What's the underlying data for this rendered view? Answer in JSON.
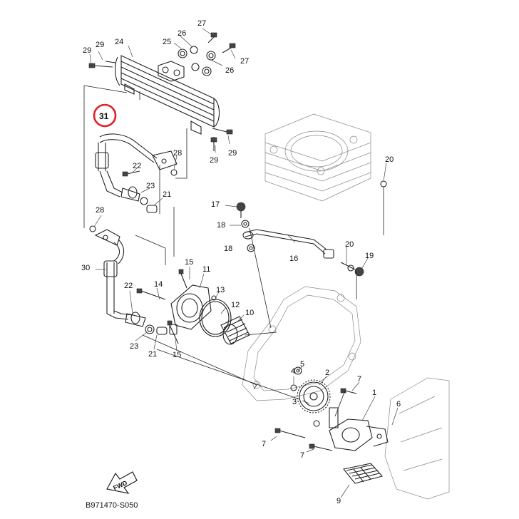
{
  "diagram": {
    "code": "B971470-S050",
    "fwd_label": "FWD",
    "highlight_color": "#e0202a",
    "highlighted_part": "31",
    "callouts": [
      "27",
      "26",
      "25",
      "24",
      "29",
      "29",
      "26",
      "27",
      "31",
      "28",
      "29",
      "29",
      "22",
      "23",
      "21",
      "20",
      "28",
      "17",
      "18",
      "16",
      "20",
      "18",
      "19",
      "30",
      "15",
      "11",
      "14",
      "22",
      "13",
      "12",
      "10",
      "23",
      "21",
      "15",
      "5",
      "4",
      "2",
      "3",
      "7",
      "1",
      "6",
      "7",
      "7",
      "9"
    ]
  }
}
